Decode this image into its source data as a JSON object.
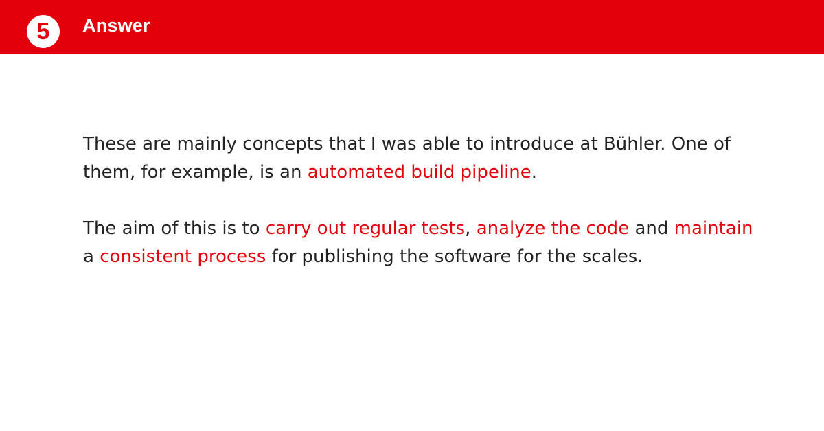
{
  "header": {
    "step_number": "5",
    "title": "Answer"
  },
  "paragraph1": {
    "text_a": "These are mainly concepts that I was able to introduce at Bühler. One of them, for example, is an ",
    "link_a": "automated build pipeline",
    "text_b": "."
  },
  "paragraph2": {
    "text_a": "The aim of this is to ",
    "link_a": "carry out regular tests",
    "text_b": ", ",
    "link_b": "analyze the code",
    "text_c": " and ",
    "link_c": "maintain",
    "text_d": " a ",
    "link_d": "consistent process",
    "text_e": " for publishing the software for the scales."
  },
  "colors": {
    "accent": "#e3000b",
    "text": "#222222",
    "background": "#ffffff"
  }
}
